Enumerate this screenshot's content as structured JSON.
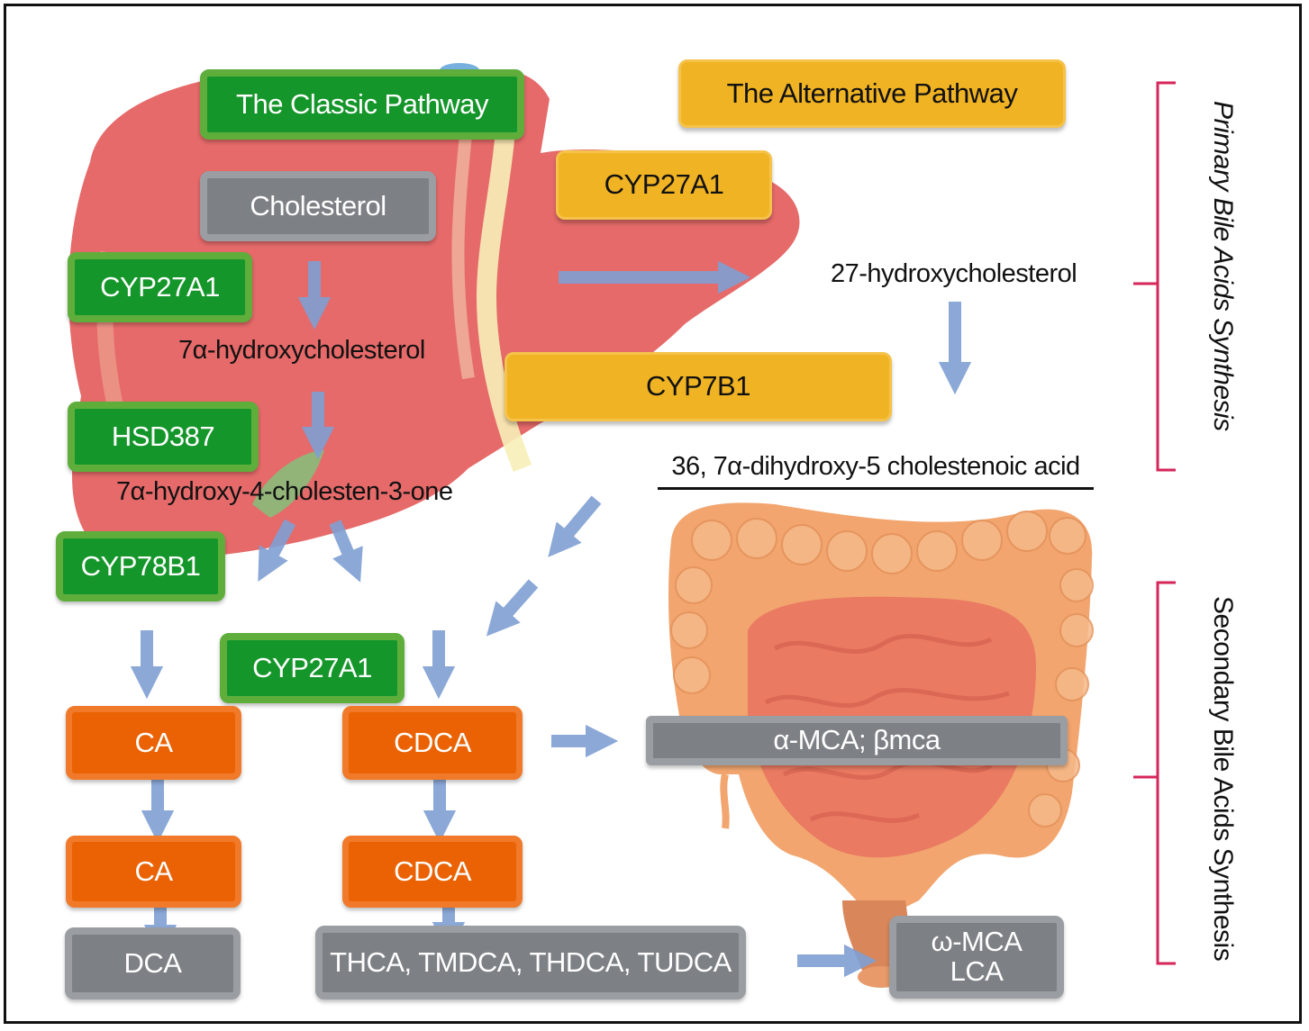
{
  "colors": {
    "classic": "#15962a",
    "alternative": "#f0b323",
    "product_gray": "#7d8085",
    "acid_orange": "#ea6203",
    "arrow_blue": "#7f9fd3",
    "bracket": "#d6265a",
    "liver": "#e66a6a",
    "intestine_large": "#f2a56e",
    "intestine_small": "#ea7a62"
  },
  "classic": {
    "title": "The Classic Pathway",
    "substrate": "Cholesterol",
    "enzyme1": "CYP27A1",
    "intermediate1": "7α-hydroxycholesterol",
    "enzyme2": "HSD387",
    "intermediate2": "7α-hydroxy-4-cholesten-3-one",
    "enzyme3": "CYP78B1",
    "enzyme4": "CYP27A1"
  },
  "alternative": {
    "title": "The Alternative Pathway",
    "enzyme1": "CYP27A1",
    "intermediate1": "27-hydroxycholesterol",
    "enzyme2": "CYP7B1",
    "intermediate2": "36, 7α-dihydroxy-5 cholestenoic acid"
  },
  "primary_acids": {
    "ca": "CA",
    "cdca": "CDCA",
    "ca_conj": "CA",
    "cdca_conj": "CDCA"
  },
  "secondary_acids": {
    "dca": "DCA",
    "tauro": "THCA, TMDCA, THDCA, TUDCA",
    "mca": "α-MCA; βmca",
    "omega_mca": "ω-MCA",
    "lca": "LCA"
  },
  "brackets": {
    "primary": "Primary Bile Acids Synthesis",
    "secondary": "Secondary Bile Acids Synthesis"
  },
  "icons": {
    "liver": "liver-illustration",
    "intestine": "intestine-illustration",
    "arrow": "flow-arrow"
  }
}
